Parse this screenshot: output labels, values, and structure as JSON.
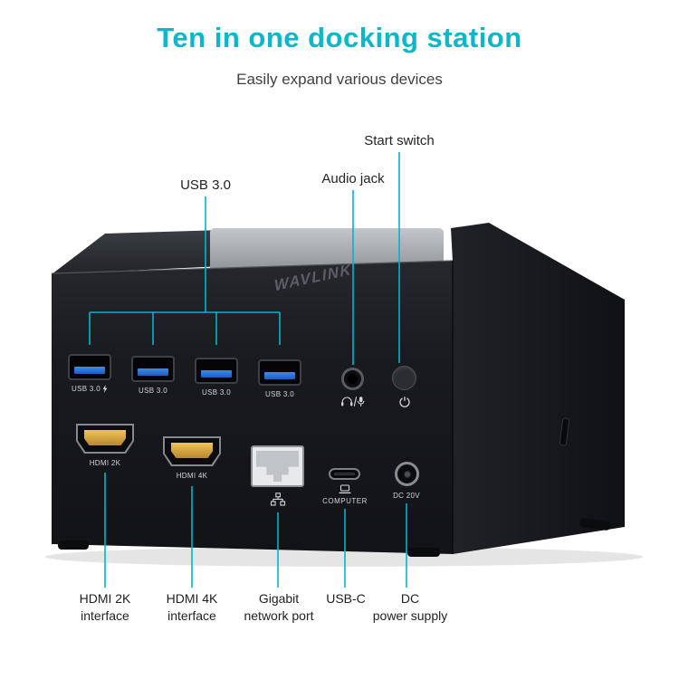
{
  "header": {
    "title": "Ten in one docking station",
    "subtitle": "Easily expand various devices"
  },
  "callouts_top": {
    "usb": "USB 3.0",
    "audio": "Audio jack",
    "start": "Start switch"
  },
  "callouts_bottom": {
    "hdmi2k": {
      "line1": "HDMI 2K",
      "line2": "interface"
    },
    "hdmi4k": {
      "line1": "HDMI 4K",
      "line2": "interface"
    },
    "ethernet": {
      "line1": "Gigabit",
      "line2": "network port"
    },
    "usbc": {
      "line1": "USB-C"
    },
    "dc": {
      "line1": "DC",
      "line2": "power supply"
    }
  },
  "device": {
    "brand": "WAVLINK",
    "usb_ports": [
      {
        "label": "USB 3.0",
        "fast_charge": true
      },
      {
        "label": "USB 3.0",
        "fast_charge": false
      },
      {
        "label": "USB 3.0",
        "fast_charge": false
      },
      {
        "label": "USB 3.0",
        "fast_charge": false
      }
    ],
    "hdmi2k_label": "HDMI 2K",
    "hdmi4k_label": "HDMI 4K",
    "usbc_label": "COMPUTER",
    "dc_label": "DC 20V"
  },
  "icons": {
    "headset_mic": "headset-mic-icon",
    "power": "power-icon",
    "laptop": "laptop-icon",
    "lan": "lan-icon",
    "lightning": "lightning-icon",
    "kensington": "kensington-lock-slot"
  },
  "colors": {
    "accent": "#0db6c8",
    "leader_line": "#00b6c9",
    "device_body": "#1b1c20",
    "usb_tongue": "#2f76d9",
    "hdmi_gold": "#d9a93c",
    "ethernet_silver": "#e8e9eb",
    "stand_gray": "#a9acb1",
    "label_text": "#1f1f1f",
    "port_text": "#d2d4d7"
  }
}
